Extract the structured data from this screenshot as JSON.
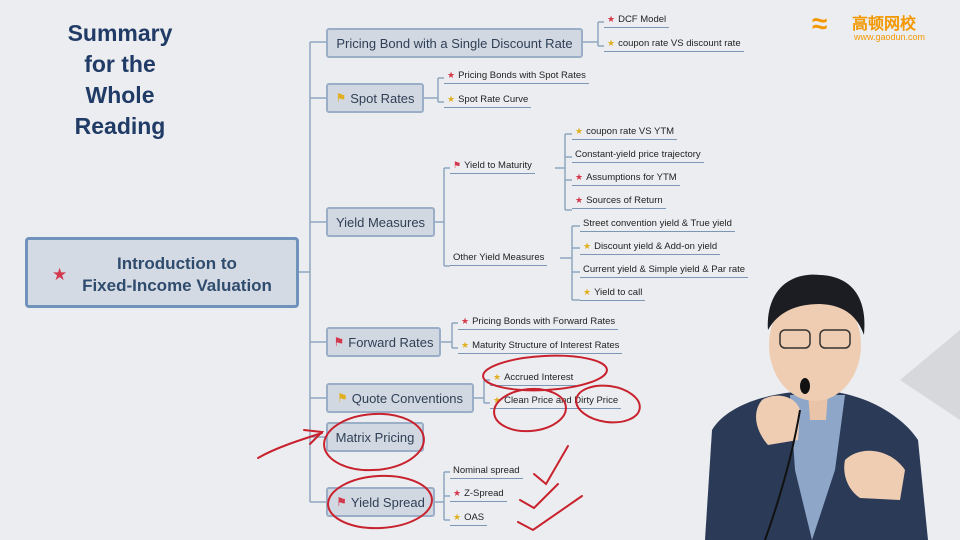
{
  "logo": {
    "text": "高顿网校",
    "url": "www.gaodun.com"
  },
  "side_title": [
    "Summary",
    "for the",
    "Whole",
    "Reading"
  ],
  "root": {
    "label_line1": "Introduction to",
    "label_line2": "Fixed-Income Valuation"
  },
  "branches": [
    {
      "label": "Pricing Bond with a Single Discount Rate",
      "flag": false
    },
    {
      "label": "Spot Rates",
      "flag": true
    },
    {
      "label": "Yield Measures",
      "flag": false
    },
    {
      "label": "Forward Rates",
      "flag": true
    },
    {
      "label": "Quote Conventions",
      "flag": true
    },
    {
      "label": "Matrix Pricing",
      "flag": false
    },
    {
      "label": "Yield Spread",
      "flag": true
    }
  ],
  "leaves": {
    "dcf_model": "DCF Model",
    "coupon_vs_discount": "coupon rate VS discount rate",
    "pricing_spot": "Pricing Bonds with Spot Rates",
    "spot_curve": "Spot Rate Curve",
    "ytm": "Yield to Maturity",
    "other_yield": "Other Yield Measures",
    "coupon_vs_ytm": "coupon rate VS YTM",
    "constant_yield": "Constant-yield price trajectory",
    "assumptions_ytm": "Assumptions for YTM",
    "sources_return": "Sources of Return",
    "street_true": "Street convention yield & True yield",
    "discount_addon": "Discount yield & Add-on yield",
    "current_simple_par": "Current yield & Simple yield & Par rate",
    "yield_to_call": "Yield to call",
    "pricing_forward": "Pricing Bonds with Forward Rates",
    "maturity_structure": "Maturity Structure of Interest Rates",
    "accrued_interest": "Accrued Interest",
    "clean_dirty": "Clean Price and Dirty Price",
    "nominal_spread": "Nominal spread",
    "z_spread": "Z-Spread",
    "oas": "OAS"
  },
  "colors": {
    "red_star": "#d3384c",
    "gold_star": "#e0b020",
    "ink": "#c8222e",
    "logo": "#f39800",
    "branch_border": "#9aafc7"
  }
}
